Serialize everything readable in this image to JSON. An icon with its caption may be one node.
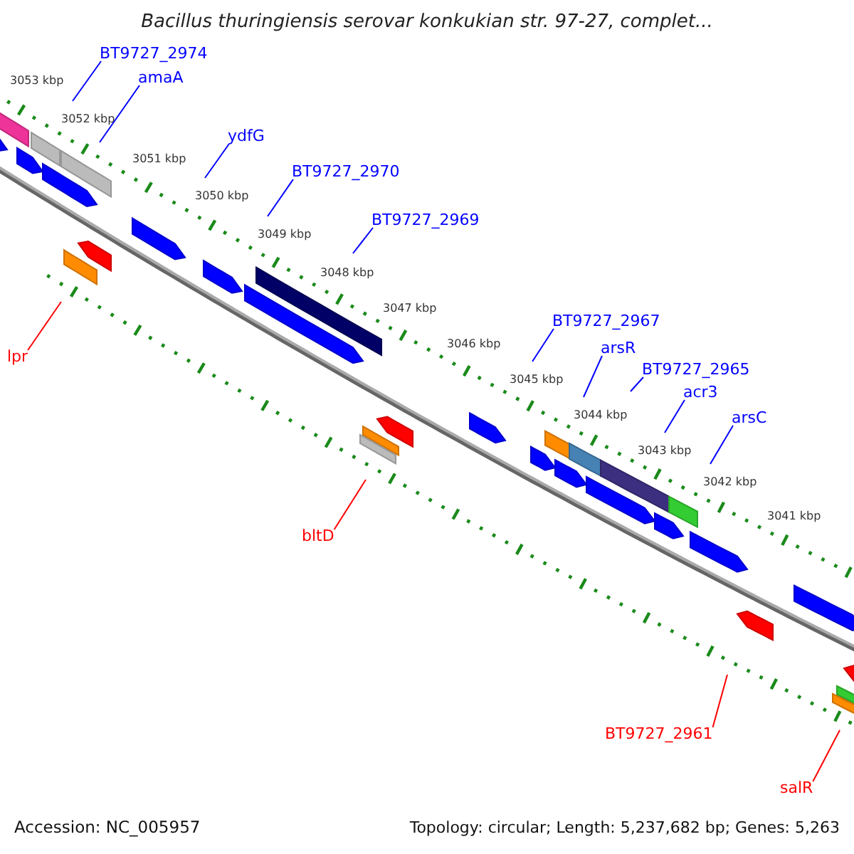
{
  "diagram": {
    "title": "Bacillus thuringiensis serovar konkukian str. 97-27, complet...",
    "nodes": [
      {
        "text": [
          "BT9727_2974"
        ]
      },
      {
        "text": [
          "amaA"
        ]
      },
      {
        "text": [
          "ydfG"
        ]
      },
      {
        "text": [
          "BT9727_2970"
        ]
      },
      {
        "text": [
          "BT9727_2969"
        ]
      },
      {
        "text": [
          "BT9727_2967"
        ]
      },
      {
        "text": [
          "arsR"
        ]
      },
      {
        "text": [
          "BT9727_2965"
        ]
      },
      {
        "text": [
          "acr3"
        ]
      },
      {
        "text": [
          "arsC"
        ]
      },
      {
        "text": [
          "lpr"
        ]
      },
      {
        "text": [
          "bltD"
        ]
      },
      {
        "text": [
          "BT9727_2961"
        ]
      },
      {
        "text": [
          "salR"
        ]
      }
    ],
    "edges": [
      {
        "from": 0,
        "to": null,
        "arrow": "none"
      },
      {
        "from": 1,
        "to": null,
        "arrow": "none"
      },
      {
        "from": 2,
        "to": null,
        "arrow": "none"
      },
      {
        "from": 3,
        "to": null,
        "arrow": "none"
      },
      {
        "from": 4,
        "to": null,
        "arrow": "none"
      },
      {
        "from": 5,
        "to": null,
        "arrow": "none"
      },
      {
        "from": 6,
        "to": null,
        "arrow": "none"
      },
      {
        "from": 7,
        "to": null,
        "arrow": "none"
      },
      {
        "from": 8,
        "to": null,
        "arrow": "none"
      },
      {
        "from": 9,
        "to": null,
        "arrow": "none"
      },
      {
        "from": 10,
        "to": null,
        "arrow": "none",
        "color": "#ff0000"
      },
      {
        "from": 11,
        "to": null,
        "arrow": "none",
        "color": "#ff0000"
      },
      {
        "from": 12,
        "to": null,
        "arrow": "none",
        "color": "#ff0000"
      },
      {
        "from": 13,
        "to": null,
        "arrow": "none",
        "color": "#ff0000"
      }
    ],
    "labels": [
      "3053 kbp",
      "3052 kbp",
      "3051 kbp",
      "3050 kbp",
      "3049 kbp",
      "3048 kbp",
      "3047 kbp",
      "3046 kbp",
      "3045 kbp",
      "3044 kbp",
      "3043 kbp",
      "3042 kbp",
      "3041 kbp",
      "Accession: NC_005957",
      "Topology: circular; Length: 5,237,682 bp; Genes: 5,263"
    ]
  }
}
